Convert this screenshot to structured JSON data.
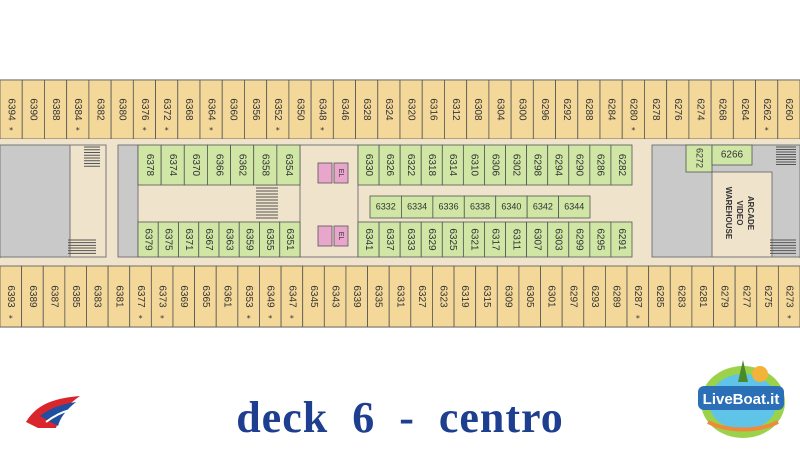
{
  "title": "deck  6  -  centro",
  "brand": "LiveBoat.it",
  "colors": {
    "cabin_outside": "#f4d89a",
    "cabin_inside": "#cfe6a5",
    "corridor": "#efe3cc",
    "stairs_area": "#c9c9c9",
    "elevator": "#e9a6cc",
    "title": "#1e3f8f"
  },
  "labels": {
    "elevator": "EL",
    "warehouse_1": "WAREHOUSE",
    "warehouse_2": "VIDEO",
    "warehouse_3": "ARCADE"
  },
  "cabins": {
    "top_outside": [
      "6394",
      "6390",
      "6388",
      "6384",
      "6382",
      "6380",
      "6376",
      "6372",
      "6368",
      "6364",
      "6360",
      "6356",
      "6352",
      "6350",
      "6348",
      "6346",
      "6328",
      "6324",
      "6320",
      "6316",
      "6312",
      "6308",
      "6304",
      "6300",
      "6296",
      "6292",
      "6288",
      "6284",
      "6280",
      "6278",
      "6276",
      "6274",
      "6268",
      "6264",
      "6262",
      "6260"
    ],
    "top_outside_marks": [
      "*",
      "",
      "",
      "*",
      "",
      "",
      "*",
      "*",
      "",
      "*",
      "",
      "",
      "*",
      "",
      "*",
      "",
      "",
      "",
      "",
      "",
      "",
      "",
      "",
      "",
      "",
      "",
      "",
      "",
      "*",
      "",
      "",
      "",
      "",
      "",
      "*",
      ""
    ],
    "top_inside_left": [
      "6378",
      "6374",
      "6370",
      "6366",
      "6362",
      "6358",
      "6354"
    ],
    "top_inside_left_marks": [
      "",
      "",
      "",
      "",
      "",
      "",
      ""
    ],
    "top_inside_mid": [
      "6330",
      "6326",
      "6322",
      "6318",
      "6314",
      "6310",
      "6306",
      "6302",
      "6298",
      "6294",
      "6290",
      "6286",
      "6282"
    ],
    "small_center_row": [
      "6332",
      "6334",
      "6336",
      "6338",
      "6340",
      "6342",
      "6344"
    ],
    "single_right_top": [
      "6272",
      "6266"
    ],
    "bottom_inside_left": [
      "6379",
      "6375",
      "6371",
      "6367",
      "6363",
      "6359",
      "6355",
      "6351"
    ],
    "bottom_inside_mid": [
      "6341",
      "6337",
      "6333",
      "6329",
      "6325",
      "6321",
      "6317",
      "6311",
      "6307",
      "6303",
      "6299",
      "6295",
      "6291"
    ],
    "bottom_outside": [
      "6393",
      "6389",
      "6387",
      "6385",
      "6383",
      "6381",
      "6377",
      "6373",
      "6369",
      "6365",
      "6361",
      "6353",
      "6349",
      "6347",
      "6345",
      "6343",
      "6339",
      "6335",
      "6331",
      "6327",
      "6323",
      "6319",
      "6315",
      "6309",
      "6305",
      "6301",
      "6297",
      "6293",
      "6289",
      "6287",
      "6285",
      "6283",
      "6281",
      "6279",
      "6277",
      "6275",
      "6273"
    ],
    "bottom_outside_marks": [
      "*",
      "",
      "",
      "",
      "",
      "",
      "*",
      "*",
      "",
      "",
      "",
      "*",
      "*",
      "*",
      "",
      "",
      "",
      "",
      "",
      "",
      "",
      "",
      "",
      "",
      "",
      "",
      "",
      "",
      "",
      "*",
      "",
      "",
      "",
      "",
      "",
      "",
      "*"
    ]
  }
}
